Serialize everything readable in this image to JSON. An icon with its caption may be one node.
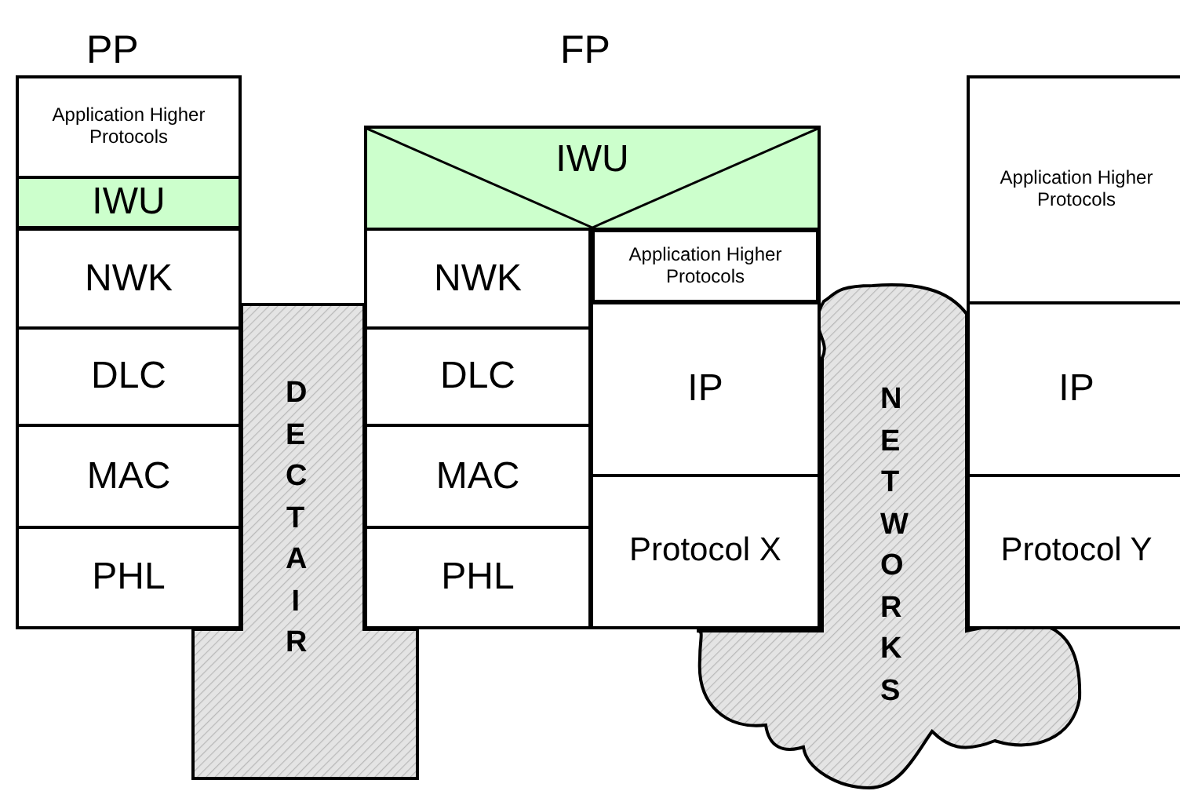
{
  "diagram": {
    "nodes": [
      {
        "text": [
          "Application Higher Protocols"
        ]
      },
      {
        "text": [
          "IWU"
        ]
      },
      {
        "text": [
          "NWK"
        ]
      },
      {
        "text": [
          "DLC"
        ]
      },
      {
        "text": [
          "MAC"
        ]
      },
      {
        "text": [
          "PHL"
        ]
      },
      {
        "text": [
          "DECT AIR"
        ]
      },
      {
        "text": [
          "IWU"
        ]
      },
      {
        "text": [
          "NWK"
        ]
      },
      {
        "text": [
          "Application Higher Protocols"
        ]
      },
      {
        "text": [
          "DLC"
        ]
      },
      {
        "text": [
          "IP"
        ]
      },
      {
        "text": [
          "MAC"
        ]
      },
      {
        "text": [
          "Protocol X"
        ]
      },
      {
        "text": [
          "PHL"
        ]
      },
      {
        "text": [
          "NETWORKS"
        ]
      },
      {
        "text": [
          "Application Higher Protocols"
        ]
      },
      {
        "text": [
          "IP"
        ]
      },
      {
        "text": [
          "Protocol Y"
        ]
      }
    ],
    "edges": [],
    "labels": [
      "PP",
      "FP"
    ]
  }
}
